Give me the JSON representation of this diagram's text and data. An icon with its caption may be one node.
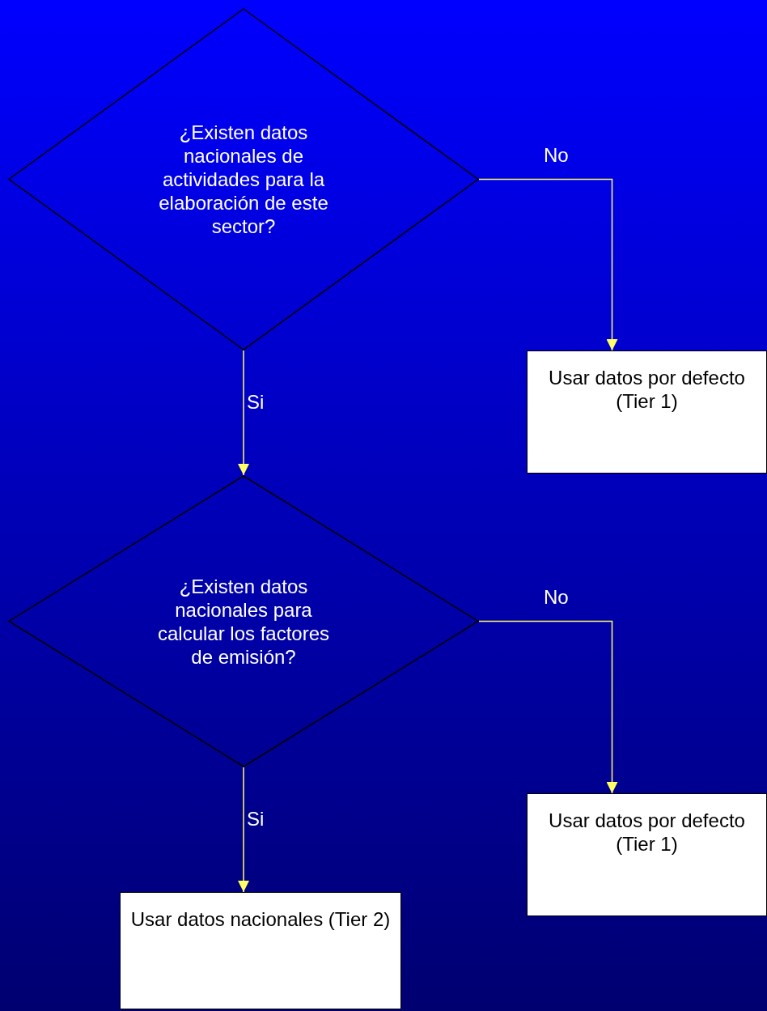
{
  "diagram": {
    "nodes": [
      {
        "text": [
          "¿Existen datos nacionales de actividades para la elaboración de este sector?"
        ]
      },
      {
        "text": [
          "Usar datos por defecto (Tier 1)"
        ]
      },
      {
        "text": [
          "¿Existen datos nacionales para calcular los factores de emisión?"
        ]
      },
      {
        "text": [
          "Usar datos por defecto (Tier 1)"
        ]
      },
      {
        "text": [
          "Usar datos nacionales (Tier 2)"
        ]
      }
    ],
    "edges": [
      {
        "from": 0,
        "to": 1,
        "arrow": "to",
        "label": "No"
      },
      {
        "from": 0,
        "to": 2,
        "arrow": "to",
        "label": "Si"
      },
      {
        "from": 2,
        "to": 3,
        "arrow": "to",
        "label": "No"
      },
      {
        "from": 2,
        "to": 4,
        "arrow": "to",
        "label": "Si"
      }
    ]
  }
}
